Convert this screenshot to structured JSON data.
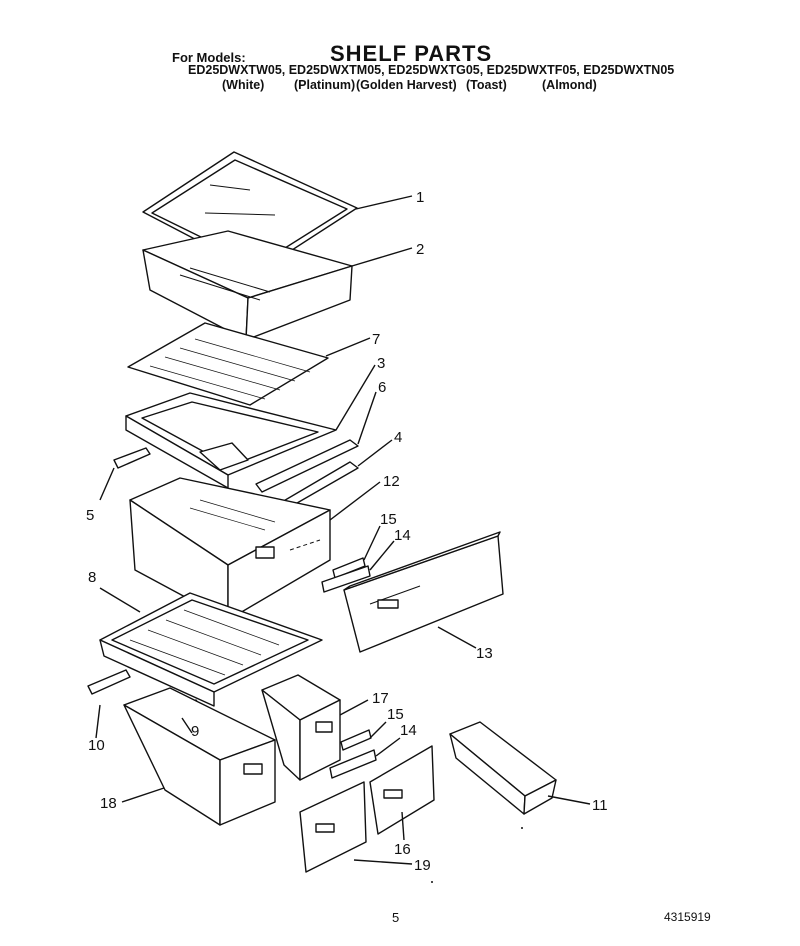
{
  "header": {
    "for_models_label": "For Models:",
    "title": "SHELF PARTS",
    "models": "ED25DWXTW05, ED25DWXTM05, ED25DWXTG05, ED25DWXTF05, ED25DWXTN05",
    "colors": [
      "(White)",
      "(Platinum)",
      "(Golden Harvest)",
      "(Toast)",
      "(Almond)"
    ]
  },
  "callouts": {
    "p1": "1",
    "p2": "2",
    "p3": "3",
    "p4": "4",
    "p5": "5",
    "p6": "6",
    "p7": "7",
    "p8": "8",
    "p9": "9",
    "p10": "10",
    "p11": "11",
    "p12": "12",
    "p13": "13",
    "p14a": "14",
    "p14b": "14",
    "p15a": "15",
    "p15b": "15",
    "p16": "16",
    "p17": "17",
    "p18": "18",
    "p19": "19"
  },
  "footer": {
    "page_number": "5",
    "document_number": "4315919"
  }
}
